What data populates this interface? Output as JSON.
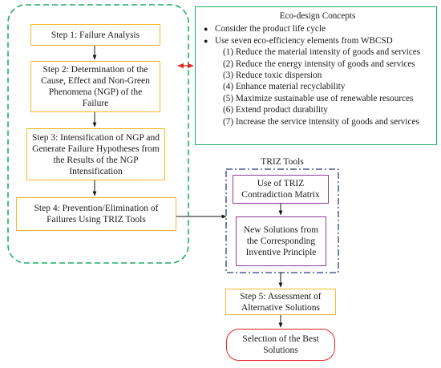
{
  "steps": {
    "step1": "Step 1: Failure Analysis",
    "step2": "Step 2: Determination of  the Cause, Effect and Non-Green Phenomena (NGP) of the Failure",
    "step3": "Step 3: Intensification of NGP and Generate Failure Hypotheses from the Results of the NGP Intensification",
    "step4": "Step 4: Prevention/Elimination of Failures Using TRIZ Tools",
    "step5": "Step 5: Assessment of Alternative Solutions",
    "final": "Selection of the Best Solutions"
  },
  "eco": {
    "title": "Eco-design Concepts",
    "bullets": [
      "Consider the product life cycle",
      "Use seven eco-efficiency elements from WBCSD"
    ],
    "elements": [
      "(1) Reduce the material intensity of goods and services",
      "(2) Reduce the energy intensity of goods and services",
      "(3) Reduce toxic dispersion",
      "(4) Enhance material recyclability",
      "(5) Maximize sustainable use of renewable resources",
      "(6) Extend product durability",
      "(7) Increase the service intensity of goods and services"
    ]
  },
  "triz": {
    "title": "TRIZ Tools",
    "matrix": "Use of TRIZ Contradiction Matrix",
    "solutions": "New Solutions from the Corresponding Inventive Principle"
  },
  "colors": {
    "yellow": "#f6b826",
    "green": "#1fae63",
    "purple": "#8a3b9a",
    "navy": "#2b3a78",
    "red": "#e0241f"
  }
}
